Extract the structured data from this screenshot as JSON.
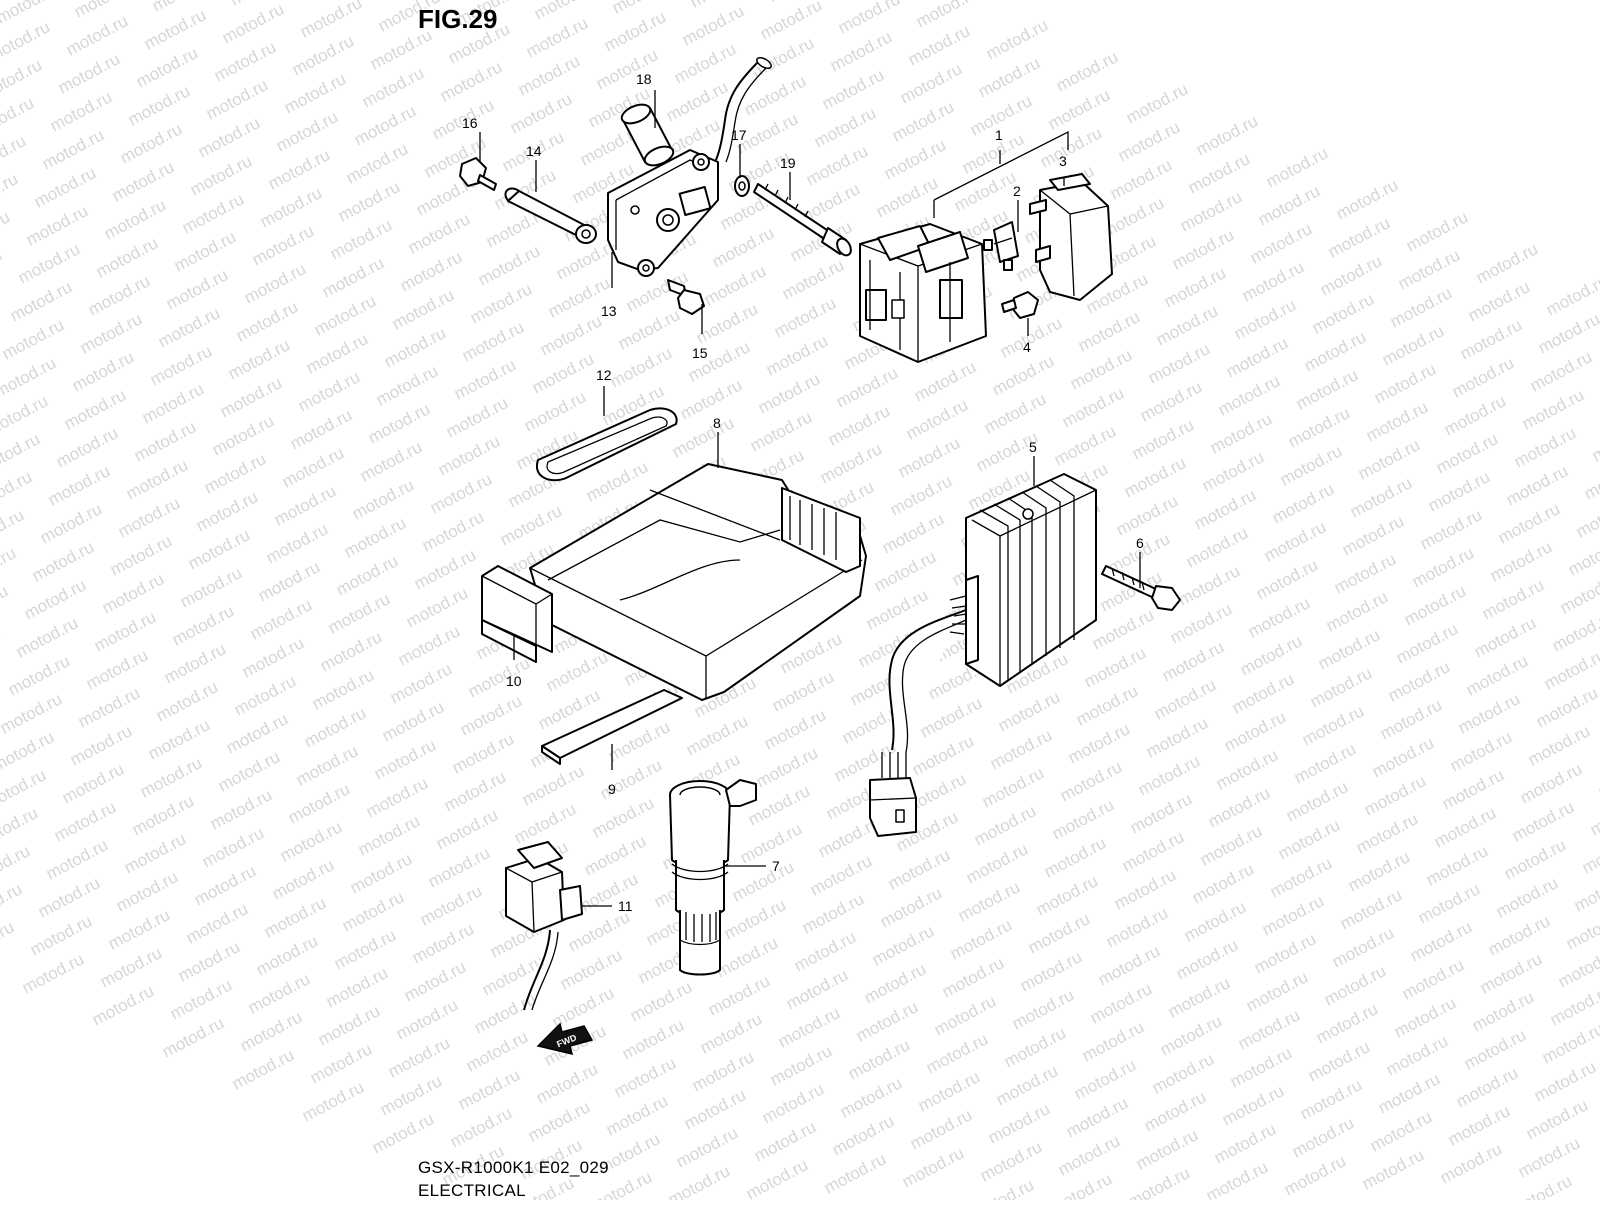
{
  "figure": {
    "title": "FIG.29",
    "model_code": "GSX-R1000K1 E02_029",
    "section": "ELECTRICAL",
    "watermark": "motod.ru",
    "fwd_label": "FWD"
  },
  "callouts": {
    "c1": "1",
    "c2": "2",
    "c3": "3",
    "c4": "4",
    "c5": "5",
    "c6": "6",
    "c7": "7",
    "c8": "8",
    "c9": "9",
    "c10": "10",
    "c11": "11",
    "c12": "12",
    "c13": "13",
    "c14": "14",
    "c15": "15",
    "c16": "16",
    "c17": "17",
    "c18": "18",
    "c19": "19"
  },
  "colors": {
    "line": "#000000",
    "watermark": "#d6d6d6",
    "background": "#ffffff"
  }
}
